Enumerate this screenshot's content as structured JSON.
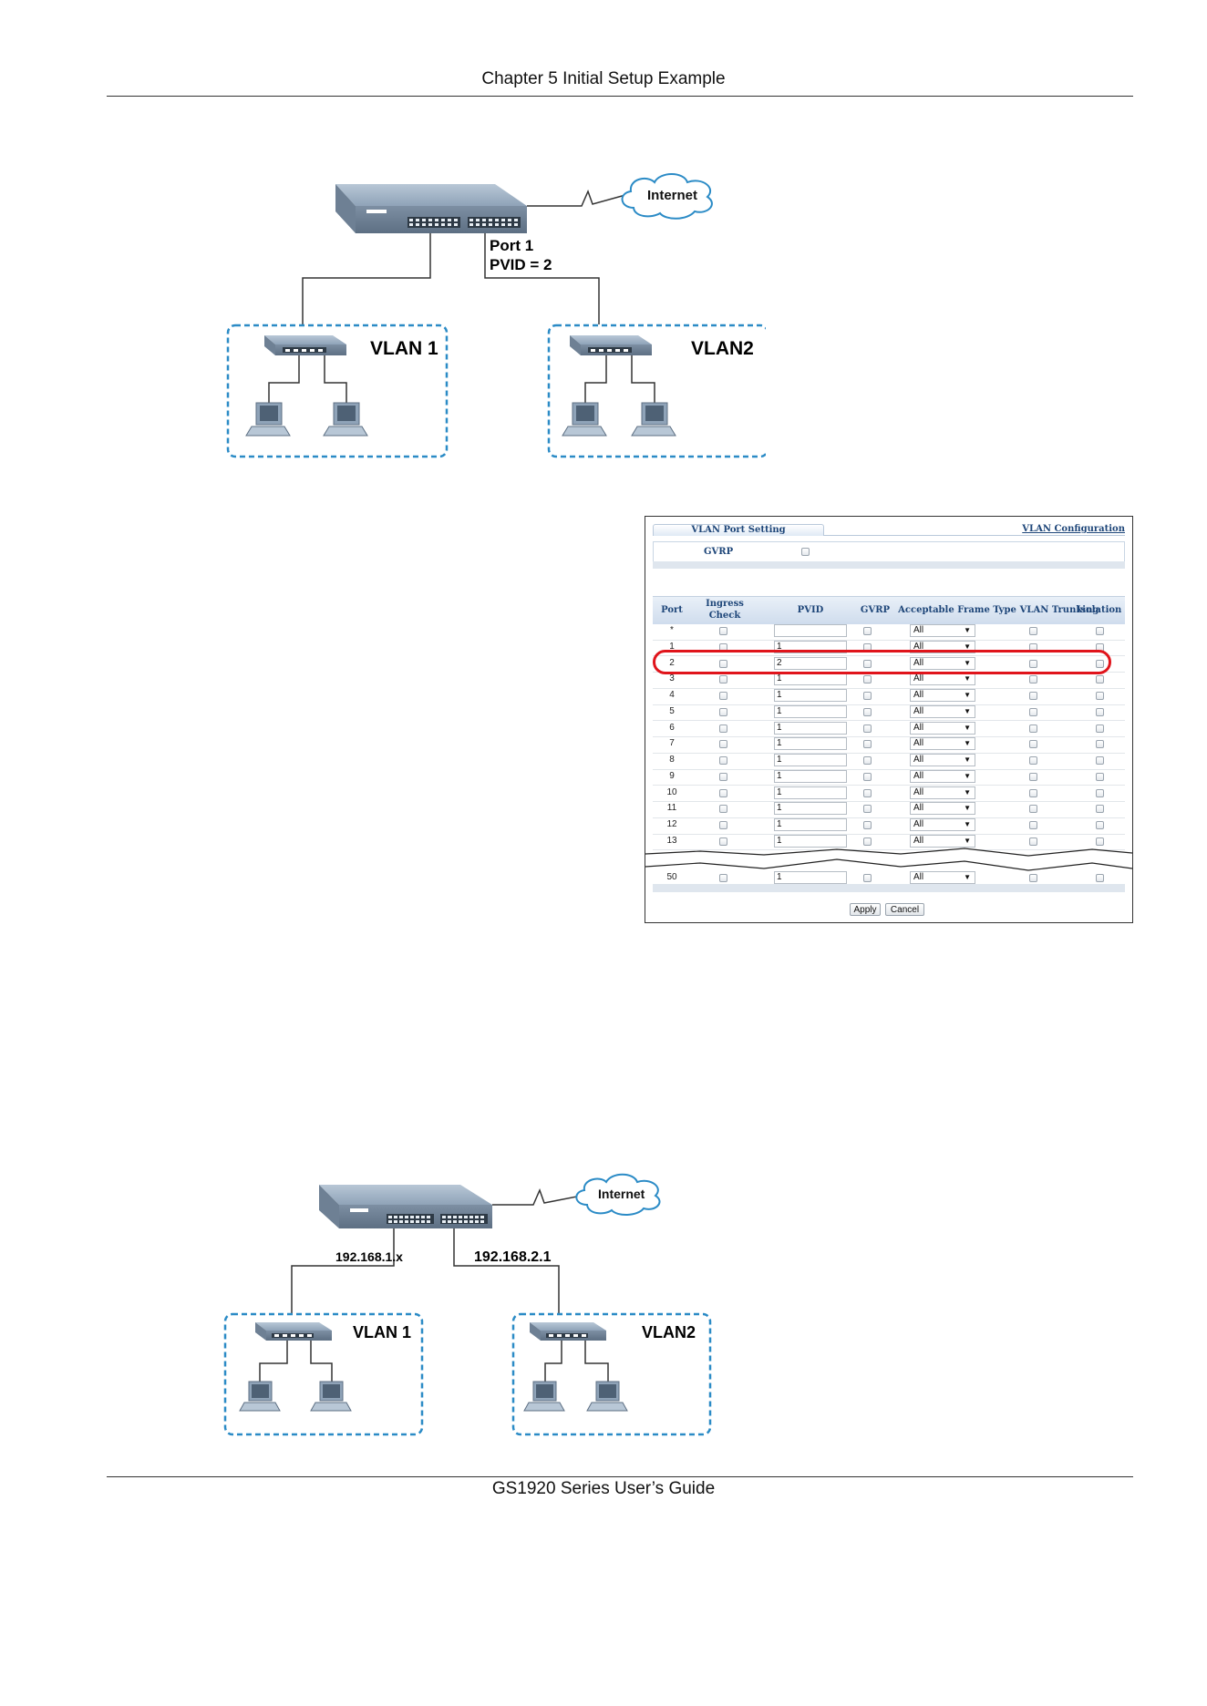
{
  "header": {
    "chapter_title": "Chapter 5 Initial Setup Example"
  },
  "footer": {
    "guide_title": "GS1920 Series User’s Guide"
  },
  "figure1": {
    "internet_label": "Internet",
    "port_label": "Port 1",
    "pvid_label": "PVID = 2",
    "vlan_left_label": "VLAN 1",
    "vlan_right_label": "VLAN2"
  },
  "figure2": {
    "internet_label": "Internet",
    "left_ip_label": "192.168.1.x",
    "right_ip_label": "192.168.2.1",
    "vlan_left_label": "VLAN 1",
    "vlan_right_label": "VLAN2"
  },
  "screen": {
    "tab_label": "VLAN Port Setting",
    "link_label": "VLAN Configuration",
    "gvrp_label": "GVRP",
    "columns": {
      "port": "Port",
      "ingress_line1": "Ingress",
      "ingress_line2": "Check",
      "pvid": "PVID",
      "gvrp": "GVRP",
      "frame_type": "Acceptable Frame Type",
      "trunking": "VLAN Trunking",
      "isolation": "Isolation"
    },
    "rows": [
      {
        "port": "*",
        "pvid": "",
        "frame": "All"
      },
      {
        "port": "1",
        "pvid": "1",
        "frame": "All"
      },
      {
        "port": "2",
        "pvid": "2",
        "frame": "All"
      },
      {
        "port": "3",
        "pvid": "1",
        "frame": "All"
      },
      {
        "port": "4",
        "pvid": "1",
        "frame": "All"
      },
      {
        "port": "5",
        "pvid": "1",
        "frame": "All"
      },
      {
        "port": "6",
        "pvid": "1",
        "frame": "All"
      },
      {
        "port": "7",
        "pvid": "1",
        "frame": "All"
      },
      {
        "port": "8",
        "pvid": "1",
        "frame": "All"
      },
      {
        "port": "9",
        "pvid": "1",
        "frame": "All"
      },
      {
        "port": "10",
        "pvid": "1",
        "frame": "All"
      },
      {
        "port": "11",
        "pvid": "1",
        "frame": "All"
      },
      {
        "port": "12",
        "pvid": "1",
        "frame": "All"
      },
      {
        "port": "13",
        "pvid": "1",
        "frame": "All"
      },
      {
        "port": "50",
        "pvid": "1",
        "frame": "All"
      }
    ],
    "apply_label": "Apply",
    "cancel_label": "Cancel"
  },
  "colors": {
    "highlight": "#e0141b",
    "vlan_border": "#2b8bc6",
    "ui_header": "#1e4679"
  }
}
